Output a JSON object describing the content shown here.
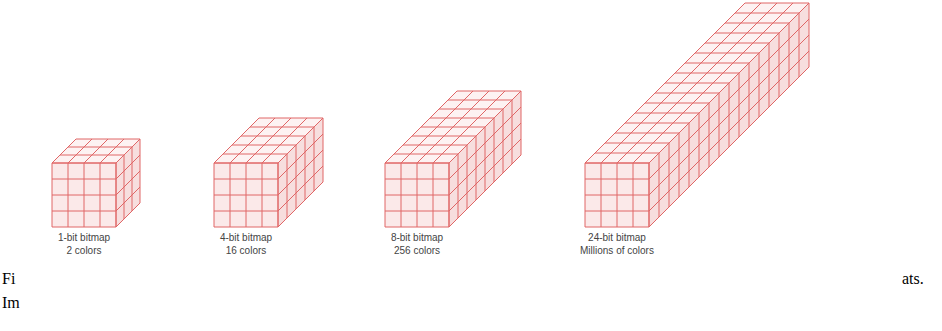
{
  "diagram": {
    "labels": [
      "1-bit bitmap",
      "2 colors",
      "4-bit bitmap",
      "16 colors",
      "8-bit bitmap",
      "256 colors",
      "24-bit bitmap",
      "Millions of colors",
      "Fi",
      "ats.",
      "Im"
    ]
  }
}
